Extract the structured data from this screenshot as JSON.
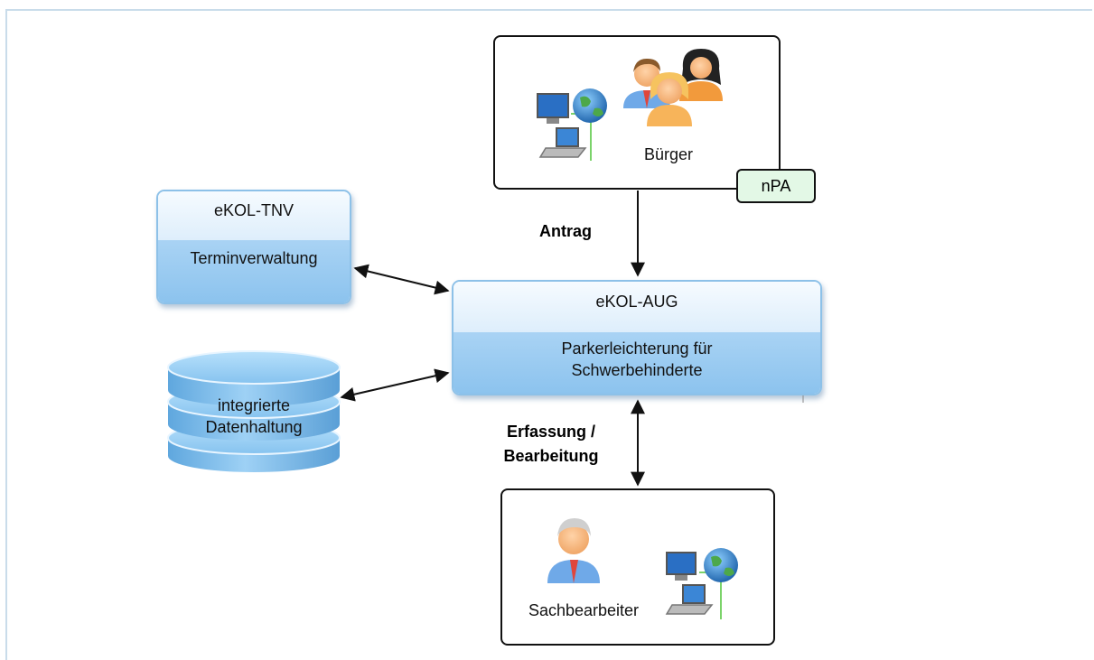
{
  "buerger": {
    "label": "Bürger",
    "badge": "nPA"
  },
  "tnv": {
    "title": "eKOL-TNV",
    "subtitle": "Terminverwaltung"
  },
  "aug": {
    "title": "eKOL-AUG",
    "subtitle_line1": "Parkerleichterung für",
    "subtitle_line2": "Schwerbehinderte"
  },
  "datenhaltung": {
    "line1": "integrierte",
    "line2": "Datenhaltung"
  },
  "sachbearbeiter": {
    "label": "Sachbearbeiter"
  },
  "edges": {
    "antrag": "Antrag",
    "erfassung_line1": "Erfassung /",
    "erfassung_line2": "Bearbeitung"
  },
  "icons": [
    "computer-network-icon",
    "people-group-icon",
    "clerk-icon"
  ]
}
